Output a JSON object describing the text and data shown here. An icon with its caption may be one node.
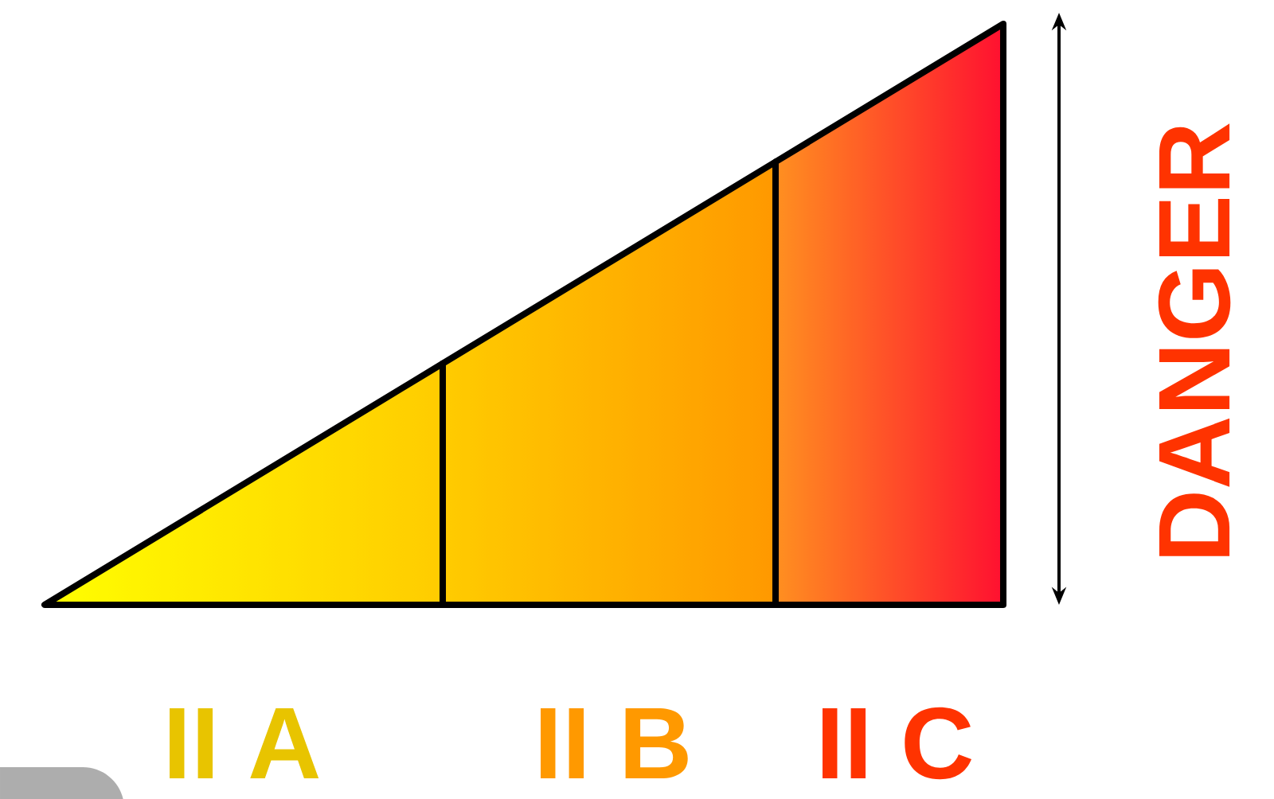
{
  "diagram": {
    "nodes": [
      {
        "text": [],
        "shape": "box"
      }
    ],
    "labels": [
      "II A",
      "II B",
      "II C",
      "DANGER"
    ]
  }
}
